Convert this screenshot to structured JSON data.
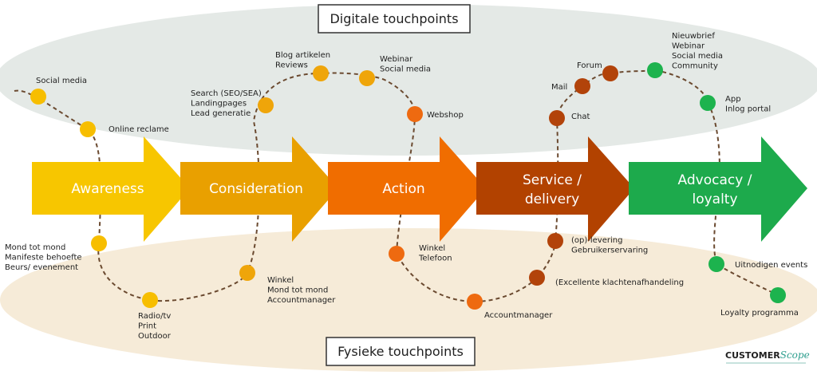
{
  "headers": {
    "digital": "Digitale touchpoints",
    "physical": "Fysieke touchpoints"
  },
  "stages": [
    {
      "label": "Awareness",
      "color": "#F7C600"
    },
    {
      "label": "Consideration",
      "color": "#E9A000"
    },
    {
      "label": "Action",
      "color": "#F06D00"
    },
    {
      "label": "Service / delivery",
      "color": "#B24200"
    },
    {
      "label": "Advocacy / loyalty",
      "color": "#1DAA4C"
    }
  ],
  "touchpoints": {
    "social_media": "Social media",
    "online_reclame": "Online reclame",
    "search": "Search (SEO/SEA)\nLandingpages\nLead generatie",
    "blog": "Blog artikelen\nReviews",
    "webinar": "Webinar\nSocial media",
    "webshop": "Webshop",
    "mail": "Mail",
    "forum": "Forum",
    "chat": "Chat",
    "nieuwsbrief": "Nieuwbrief\nWebinar\nSocial media\nCommunity",
    "app": "App\nInlog portal",
    "mond_tot_mond": "Mond tot mond\nManifeste behoefte\nBeurs/ evenement",
    "radio": "Radio/tv\nPrint\nOutdoor",
    "winkel_am": "Winkel\nMond tot mond\nAccountmanager",
    "winkel_tel": "Winkel\nTelefoon",
    "accountmanager": "Accountmanager",
    "levering": "(op)-levering\nGebruikerservaring",
    "klachten": "(Excellente klachtenafhandeling",
    "events": "Uitnodigen events",
    "loyalty": "Loyalty programma"
  },
  "logo": {
    "part1": "CUSTOM",
    "part2": "ER",
    "part3": "Scope"
  },
  "colors": {
    "digital_bg": "#E4E9E6",
    "physical_bg": "#F6EBD8",
    "dot_yellow": "#F7BE00",
    "dot_orange_yellow": "#EFA50A",
    "dot_orange": "#EE6A10",
    "dot_brown": "#B2430A",
    "dot_green": "#1DB34E",
    "path": "#6B4A30"
  }
}
